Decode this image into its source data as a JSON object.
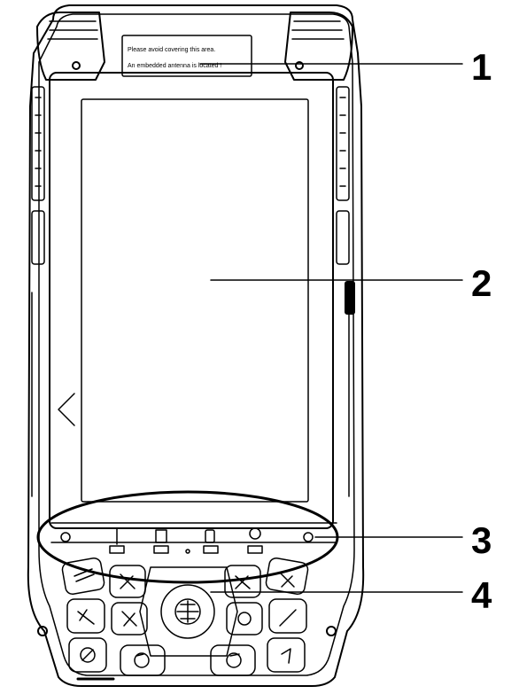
{
  "device": {
    "antenna_note_line1": "Please avoid covering this area.",
    "antenna_note_line2": "An embedded antenna is located !"
  },
  "callouts": [
    {
      "id": "antenna-area",
      "number": "1"
    },
    {
      "id": "touch-screen",
      "number": "2"
    },
    {
      "id": "status-indicators",
      "number": "3"
    },
    {
      "id": "keypad",
      "number": "4"
    }
  ]
}
